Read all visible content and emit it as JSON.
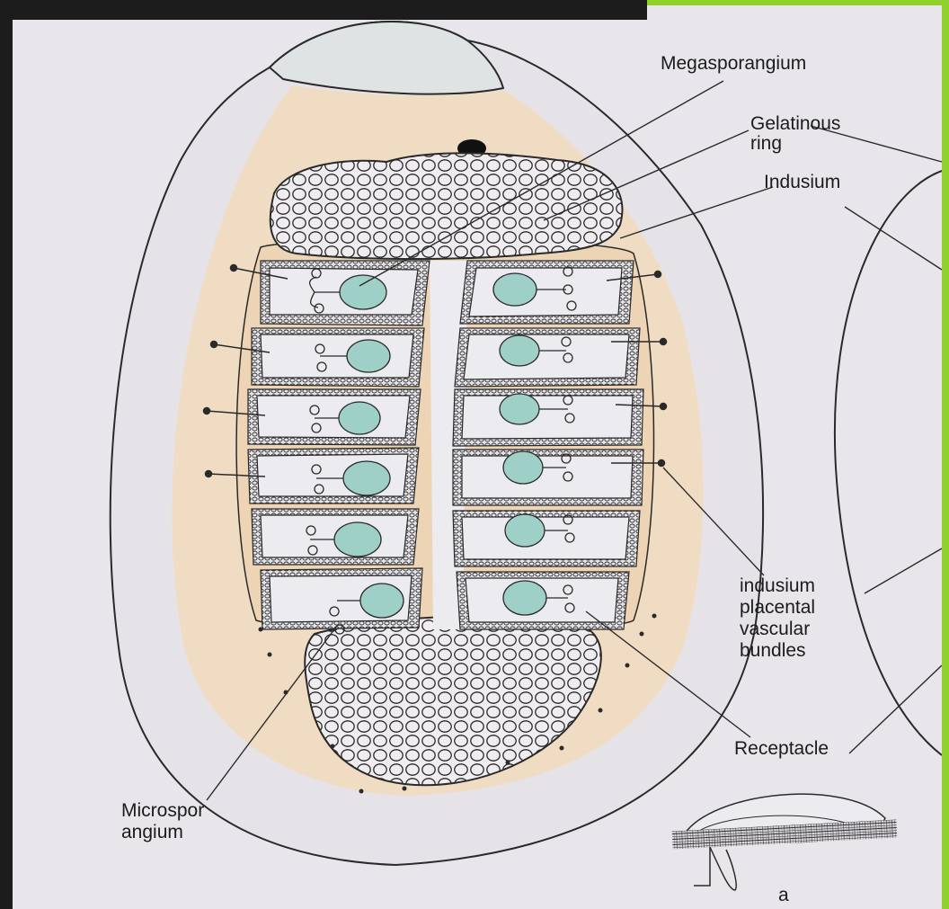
{
  "labels": {
    "megasporangium": "Megasporangium",
    "gelatinous_ring": "Gelatinous\nring",
    "indusium": "Indusium",
    "indusium_placental": "indusium\nplacental\nvascular\nbundles",
    "receptacle": "Receptacle",
    "microsporangium": "Microspor\nangium",
    "inset_letter": "a"
  },
  "colors": {
    "paper": "#e8e6ea",
    "tissue_fill": "#efd8bc",
    "sporangium_fill": "#ecebef",
    "spore_fill": "#9fd0c8",
    "ink": "#2a2a2a",
    "frame_green": "#8fd12a"
  }
}
